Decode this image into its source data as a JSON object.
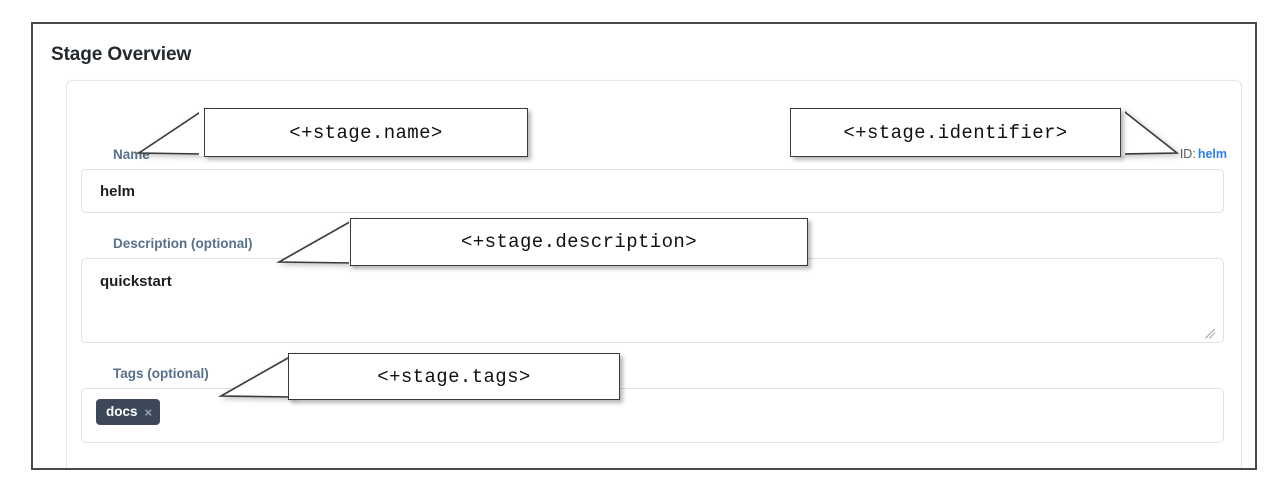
{
  "page": {
    "title": "Stage Overview"
  },
  "stage_form": {
    "name": {
      "label": "Name",
      "value": "helm"
    },
    "description": {
      "label": "Description (optional)",
      "value": "quickstart"
    },
    "tags": {
      "label": "Tags (optional)",
      "chips": [
        {
          "text": "docs",
          "remove_icon": "×"
        }
      ]
    },
    "identifier": {
      "prefix": "ID:",
      "value": "helm"
    }
  },
  "annotations": [
    {
      "text": "<+stage.name>"
    },
    {
      "text": "<+stage.identifier>"
    },
    {
      "text": "<+stage.description>"
    },
    {
      "text": "<+stage.tags>"
    }
  ],
  "colors": {
    "label": "#57708c",
    "link": "#2f7ff0",
    "chip_bg": "#3c4858",
    "frame_border": "#4a4a4a",
    "input_border": "#dfe3e6"
  }
}
